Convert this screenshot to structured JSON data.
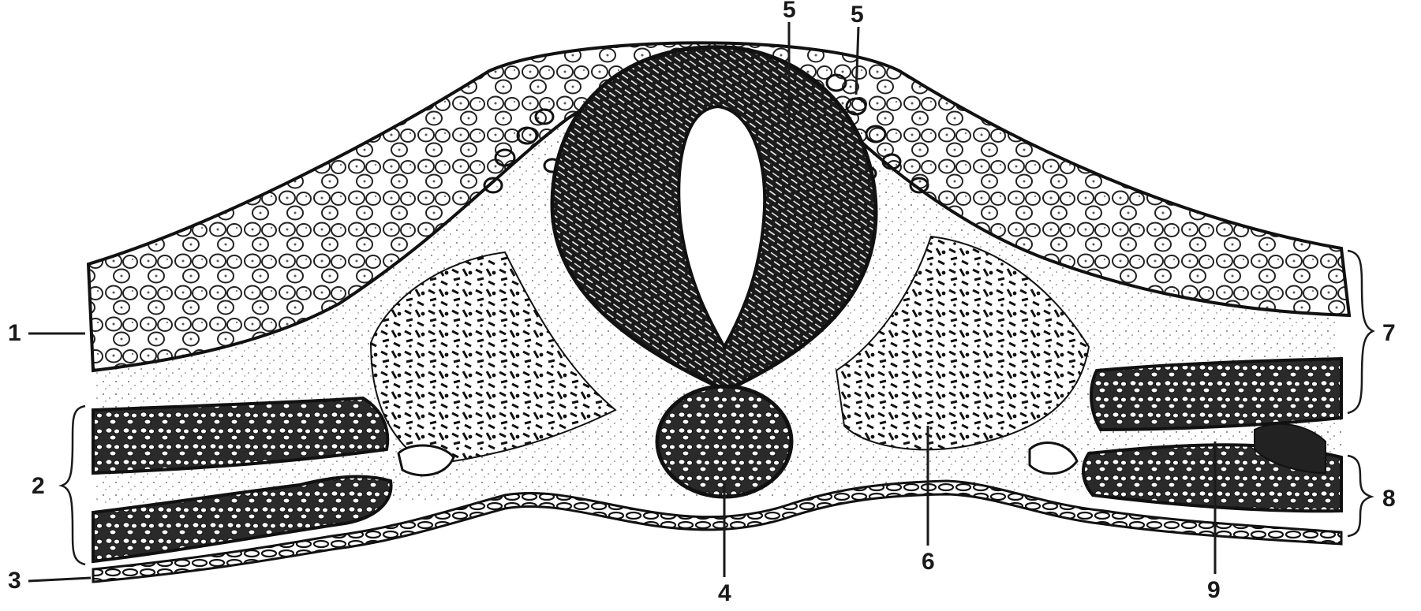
{
  "figure": {
    "labels": {
      "l1": "1",
      "l2": "2",
      "l3": "3",
      "l4": "4",
      "l5": "5",
      "l5b": "5",
      "l6": "6",
      "l7": "7",
      "l8": "8",
      "l9": "9"
    }
  },
  "colors": {
    "ink": "#111111",
    "paper": "#ffffff"
  }
}
